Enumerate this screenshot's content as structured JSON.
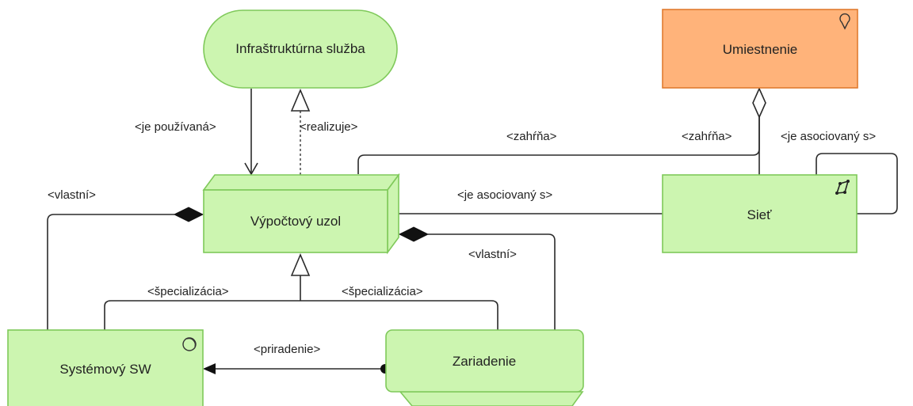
{
  "colors": {
    "green_fill": "#ccf5b0",
    "green_stroke": "#7fc95a",
    "orange_fill": "#ffb37a",
    "orange_stroke": "#e07b2f",
    "line": "#2a2a2a"
  },
  "nodes": {
    "infrastructure_service": {
      "label": "Infraštruktúrna služba",
      "icon": "service-icon"
    },
    "location": {
      "label": "Umiestnenie",
      "icon": "location-pin-icon"
    },
    "node": {
      "label": "Výpočtový uzol",
      "icon": "node-box-icon"
    },
    "network": {
      "label": "Sieť",
      "icon": "network-icon"
    },
    "system_software": {
      "label": "Systémový SW",
      "icon": "system-software-icon"
    },
    "device": {
      "label": "Zariadenie",
      "icon": "device-icon"
    }
  },
  "relations": {
    "used_by": "<je používaná>",
    "realizes": "<realizuje>",
    "aggregation_top": "<zahŕňa>",
    "aggregation_location": "<zahŕňa>",
    "association_self": "<je asociovaný s>",
    "association_node_network": "<je asociovaný s>",
    "composition_left": "<vlastní>",
    "composition_right": "<vlastní>",
    "specialization_left": "<špecializácia>",
    "specialization_right": "<špecializácia>",
    "assignment": "<priradenie>"
  }
}
